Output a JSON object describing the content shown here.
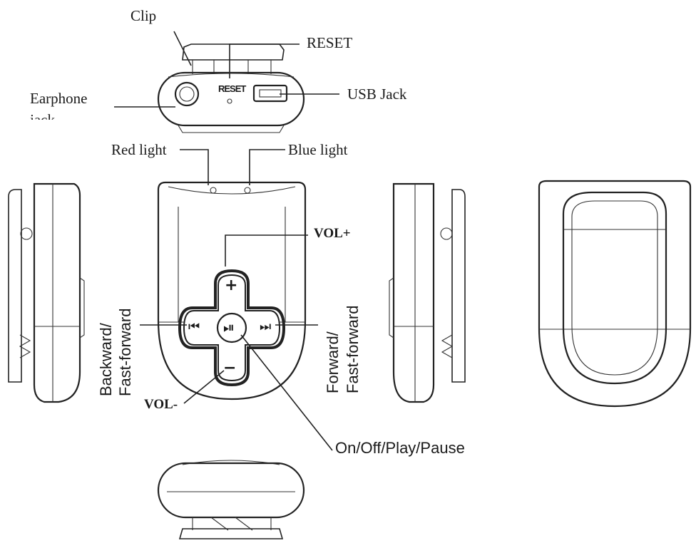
{
  "labels": {
    "clip": "Clip",
    "reset": "RESET",
    "reset_marking": "RESET",
    "usb_jack": "USB Jack",
    "earphone_line1": "Earphone",
    "earphone_line2": "jack",
    "red_light": "Red light",
    "blue_light": "Blue light",
    "vol_plus": "VOL+",
    "vol_minus": "VOL-",
    "backward_line1": "Backward/",
    "backward_line2": "Fast-forward",
    "forward_line1": "Forward/",
    "forward_line2": "Fast-forward",
    "on_off": "On/Off/Play/Pause"
  },
  "button_glyphs": {
    "plus": "+",
    "minus": "−",
    "prev": "⏮",
    "next": "⏭",
    "play_pause": "⏯"
  },
  "colors": {
    "ink": "#222222",
    "background": "#ffffff"
  }
}
